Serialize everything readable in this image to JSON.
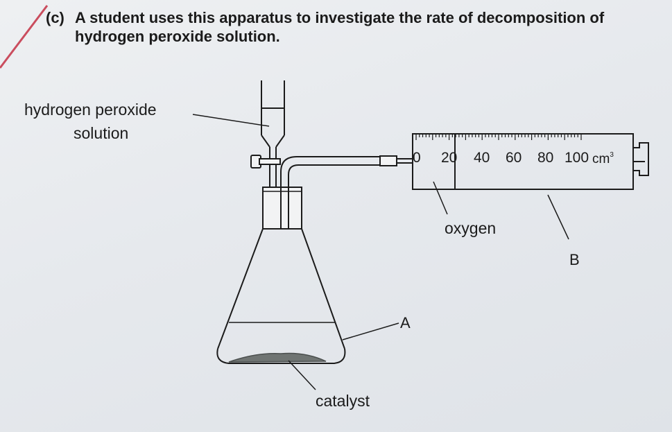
{
  "question": {
    "part": "(c)",
    "line1": "A student uses this apparatus to investigate the rate of decomposition of",
    "line2": "hydrogen peroxide solution."
  },
  "labels": {
    "hydrogen_peroxide_line1": "hydrogen peroxide",
    "hydrogen_peroxide_line2": "solution",
    "oxygen": "oxygen",
    "a": "A",
    "b": "B",
    "catalyst": "catalyst"
  },
  "syringe_scale": {
    "ticks": [
      "0",
      "20",
      "40",
      "60",
      "80",
      "100"
    ],
    "unit": "cm",
    "unit_power": "3"
  },
  "colors": {
    "ink": "#1b1b1b",
    "catalyst": "#6f7472",
    "margin_line": "#c2253a"
  }
}
